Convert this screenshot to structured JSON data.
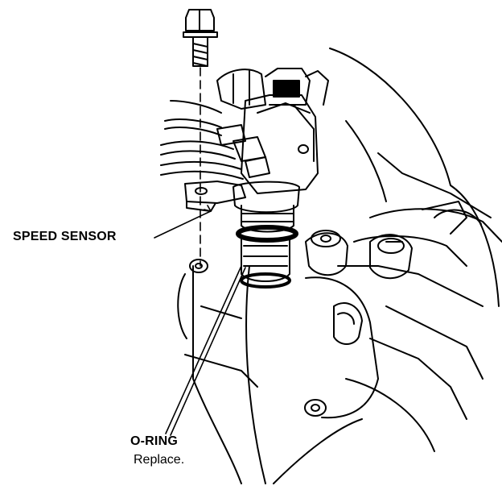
{
  "labels": {
    "speed_sensor": "SPEED SENSOR",
    "o_ring": "O-RING",
    "o_ring_note": "Replace."
  },
  "colors": {
    "ink": "#000000",
    "paper": "#ffffff"
  }
}
